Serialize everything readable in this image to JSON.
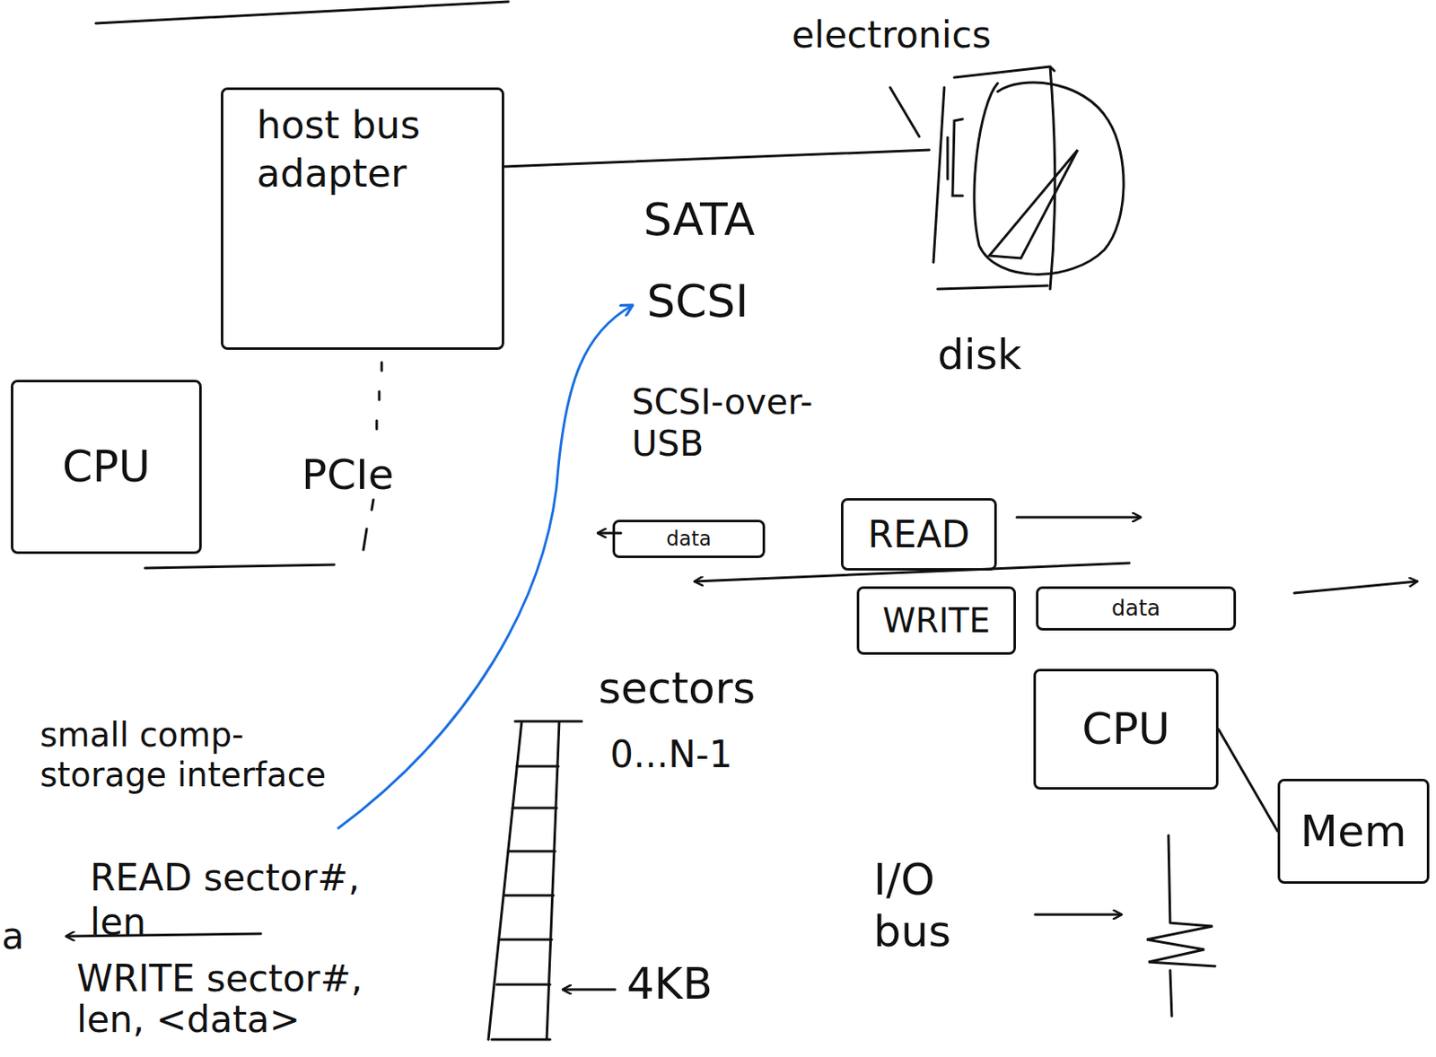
{
  "diagram": {
    "nodes": [
      {
        "text": [
          "host bus adapter"
        ]
      },
      {
        "text": [
          "disk"
        ]
      },
      {
        "text": [
          "CPU"
        ]
      },
      {
        "text": [
          "data"
        ]
      },
      {
        "text": [
          "READ"
        ]
      },
      {
        "text": [
          "WRITE"
        ]
      },
      {
        "text": [
          "data"
        ]
      },
      {
        "text": [
          "CPU"
        ]
      },
      {
        "text": [
          "Mem"
        ]
      }
    ],
    "edges": [
      {
        "from": 0,
        "to": 1,
        "arrow": "none"
      },
      {
        "from": 7,
        "to": 8,
        "arrow": "none"
      }
    ],
    "labels": [
      "electronics",
      "SATA",
      "SCSI",
      "PCIe",
      "SCSI-over-USB",
      "sectors",
      "0...N-1",
      "4KB",
      "small comp- storage interface",
      "READ sector#, len",
      "WRITE sector#, len, <data>",
      "a",
      "I/O bus"
    ]
  }
}
